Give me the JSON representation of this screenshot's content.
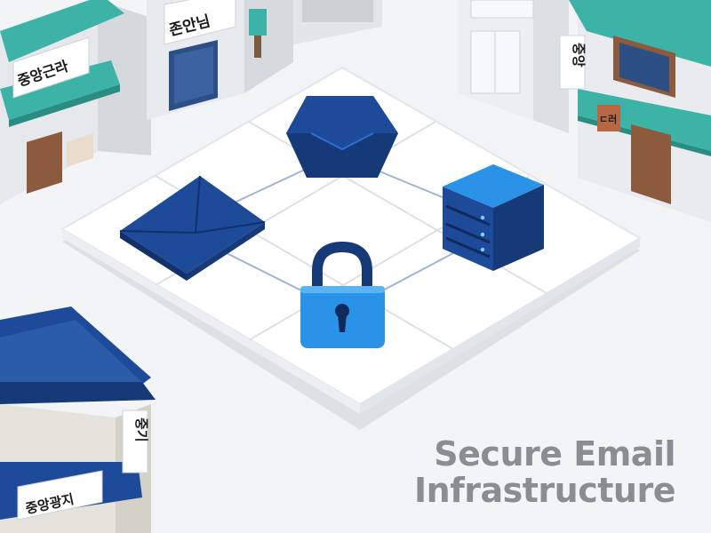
{
  "title": {
    "line1": "Secure Email",
    "line2": "Infrastructure"
  },
  "signs": {
    "top_left": "중앙근라",
    "top_center": "존안님",
    "right_vertical": "중앙",
    "right_small": "ㄷ러",
    "bottom_left": "중앙광지",
    "bottom_vertical": "중기"
  },
  "icons": [
    "hexagon-icon",
    "envelope-icon",
    "server-icon",
    "lock-icon"
  ],
  "colors": {
    "dark_blue": "#1d4b9a",
    "navy": "#163a78",
    "bright_blue": "#2a93e8",
    "teal_roof": "#3db3a7",
    "platform": "#ffffff",
    "grid": "#d9dde3",
    "connector": "#9fb3d4",
    "title_gray": "#8a8d92"
  }
}
